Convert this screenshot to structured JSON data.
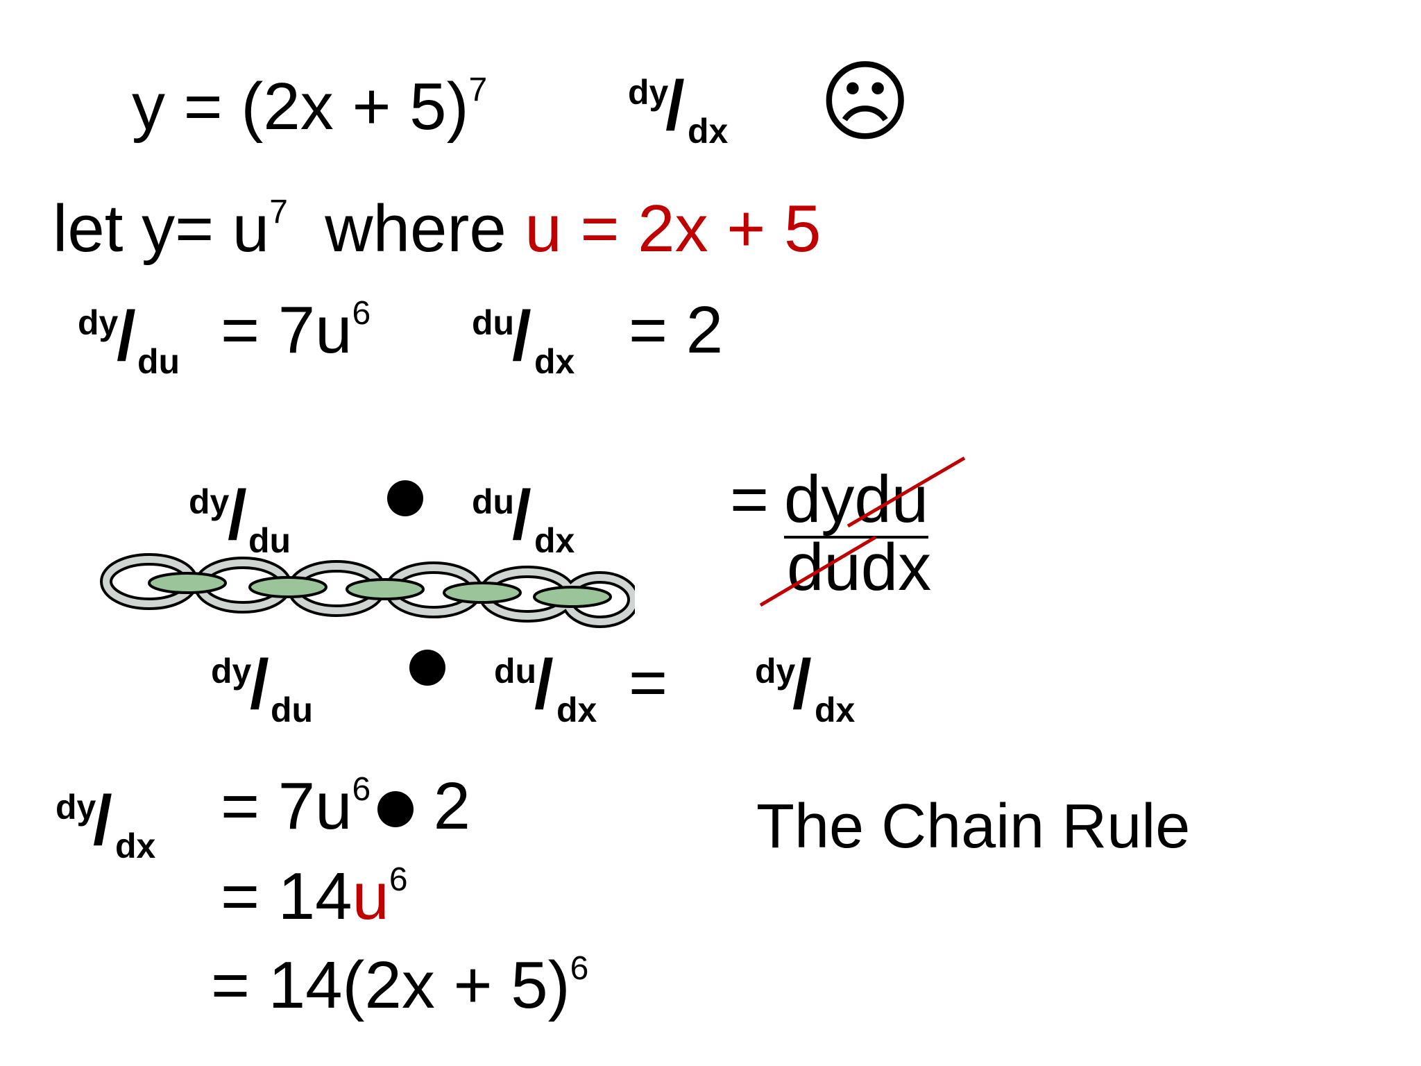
{
  "line1": {
    "eq": "y = (2x + 5)",
    "exp": "7",
    "frac_num": "dy",
    "frac_den": "dx",
    "face": "☹"
  },
  "line2": {
    "lead": "let y= u",
    "exp": "7",
    "mid": "  where ",
    "red": "u = 2x + 5"
  },
  "line3": {
    "f1_num": "dy",
    "f1_den": "du",
    "eq1": "= 7u",
    "exp1": "6",
    "f2_num": "du",
    "f2_den": "dx",
    "eq2": "= 2"
  },
  "chain_top": {
    "f1_num": "dy",
    "f1_den": "du",
    "f2_num": "du",
    "f2_den": "dx"
  },
  "cancel": {
    "eq": "= ",
    "top": "dydu",
    "bottom": "dudx"
  },
  "chain_bottom": {
    "f1_num": "dy",
    "f1_den": "du",
    "f2_num": "du",
    "f2_den": "dx",
    "eq": "=",
    "f3_num": "dy",
    "f3_den": "dx"
  },
  "result": {
    "f_num": "dy",
    "f_den": "dx",
    "l1_a": "= 7u",
    "l1_exp": "6",
    "l1_b": " 2",
    "l2_a": "= 14",
    "l2_red": "u",
    "l2_exp": "6",
    "l3_a": "= 14(2x + 5)",
    "l3_exp": "6"
  },
  "caption": "The Chain Rule",
  "colors": {
    "accent_red": "#c00000",
    "chain_green": "#9cc49a",
    "chain_gray": "#cfd6d1"
  },
  "icons": {
    "sad_face": "frowning-face-icon",
    "chain": "chain-links-icon"
  }
}
